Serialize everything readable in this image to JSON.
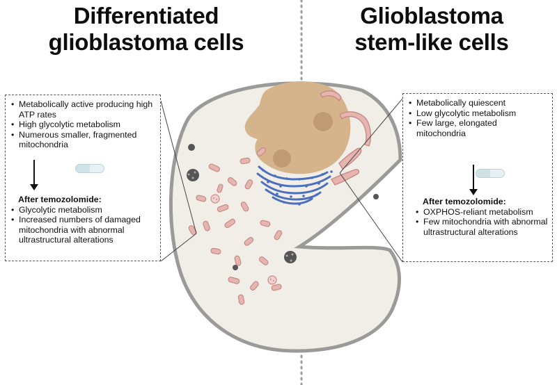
{
  "titles": {
    "left": [
      "Differentiated",
      "glioblastoma cells"
    ],
    "right": [
      "Glioblastoma",
      "stem-like cells"
    ]
  },
  "left_panel": {
    "before": [
      "Metabolically active producing high ATP rates",
      "High glycolytic metabolism",
      "Numerous smaller, fragmented mitochondria"
    ],
    "after_heading": "After temozolomide:",
    "after": [
      "Glycolytic metabolism",
      "Increased numbers of damaged mitochondria with abnormal ultrastructural alterations"
    ]
  },
  "right_panel": {
    "before": [
      "Metabolically quiescent",
      "Low glycolytic metabolism",
      "Few large, elongated mitochondria"
    ],
    "after_heading": "After temozolomide:",
    "after": [
      "OXPHOS-reliant metabolism",
      "Few mitochondria with abnormal ultrastructural alterations"
    ]
  },
  "colors": {
    "cytoplasm": "#f1eee8",
    "membrane": "#9a9a98",
    "nucleus": "#d5b48b",
    "nucleolus": "#bf9a72",
    "mitochondria": "#e5b5b0",
    "er": "#4a6fbf",
    "divider": "#9a9a9a"
  }
}
